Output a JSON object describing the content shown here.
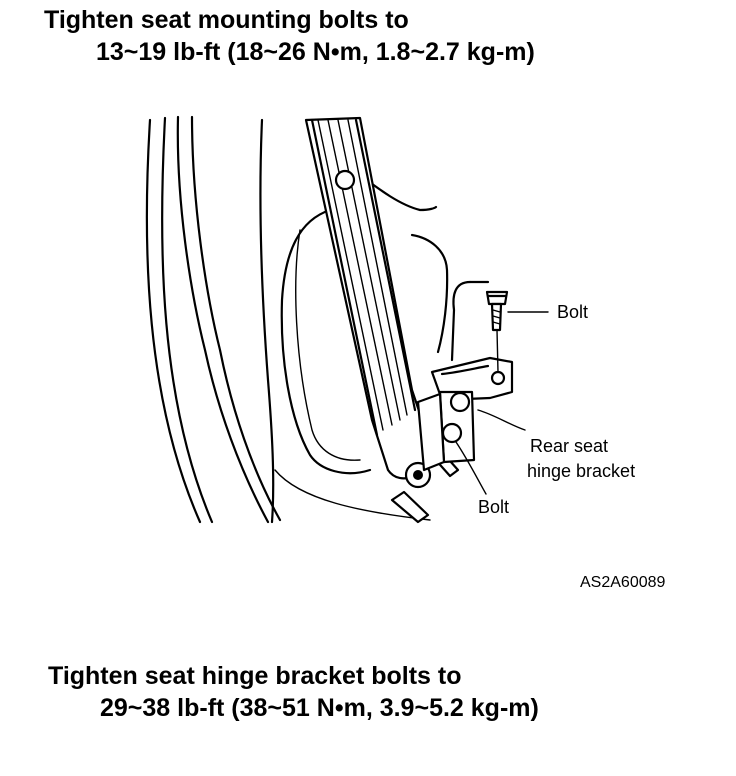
{
  "heading_top": {
    "line1": "Tighten seat mounting bolts to",
    "line2": "13~19 lb-ft (18~26 N•m, 1.8~2.7 kg-m)"
  },
  "heading_bottom": {
    "line1": "Tighten seat hinge bracket bolts to",
    "line2": "29~38 lb-ft (38~51 N•m, 3.9~5.2 kg-m)"
  },
  "diagram": {
    "callout_bolt_upper": "Bolt",
    "callout_bracket_line1": "Rear seat",
    "callout_bracket_line2": "hinge bracket",
    "callout_bolt_lower": "Bolt",
    "figure_code": "AS2A60089"
  }
}
